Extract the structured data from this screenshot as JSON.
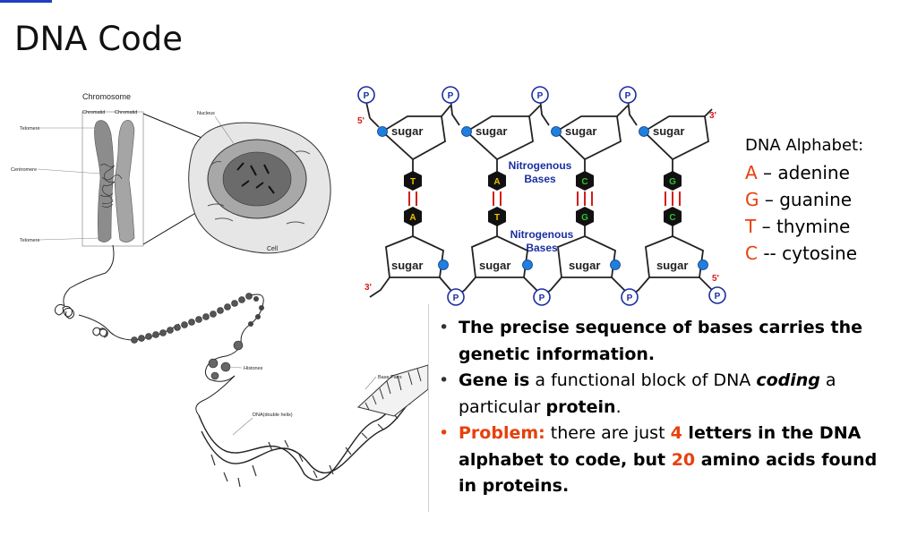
{
  "title": "DNA Code",
  "left_labels": {
    "chromosome": "Chromosome",
    "chromatid1": "Chromatid",
    "chromatid2": "Chromatid",
    "telomere_top": "Telomere",
    "centromere": "Centromere",
    "telomere_bottom": "Telomere",
    "nucleus": "Nucleus",
    "cell": "Cell",
    "histones": "Histones",
    "base_pairs": "Base Pairs",
    "dna": "DNA(double helix)"
  },
  "dna_diagram": {
    "phosphate": "P",
    "sugar": "sugar",
    "prime5_top": "5'",
    "prime3_top": "3'",
    "prime3_bottom": "3'",
    "prime5_bottom": "5'",
    "nitro_label_1": "Nitrogenous",
    "nitro_label_2": "Bases",
    "top_bases": [
      "T",
      "A",
      "C",
      "G"
    ],
    "bottom_bases": [
      "A",
      "T",
      "G",
      "C"
    ],
    "colors": {
      "base": "#111111",
      "pair_line": "#d61b1b",
      "phosphate_stroke": "#1a2fa0",
      "knob": "#1e7fe0"
    }
  },
  "alphabet": {
    "heading": "DNA Alphabet:",
    "items": [
      {
        "letter": "A",
        "sep": " – ",
        "name": "adenine"
      },
      {
        "letter": "G",
        "sep": " – ",
        "name": "guanine"
      },
      {
        "letter": "T",
        "sep": " – ",
        "name": "thymine"
      },
      {
        "letter": "C",
        "sep": " -- ",
        "name": "cytosine"
      }
    ]
  },
  "bullets": {
    "b1": "The precise sequence of bases carries the genetic information.",
    "b2_a": "Gene is",
    "b2_b": " a functional block of DNA ",
    "b2_c": "coding",
    "b2_d": " a particular ",
    "b2_e": "protein",
    "b2_f": ".",
    "b3_a": "Problem:",
    "b3_b": " there are just ",
    "b3_c": "4",
    "b3_d": " letters in the DNA alphabet to code, but ",
    "b3_e": "20",
    "b3_f": " amino acids found in proteins."
  },
  "accent_color": "#e8400c"
}
